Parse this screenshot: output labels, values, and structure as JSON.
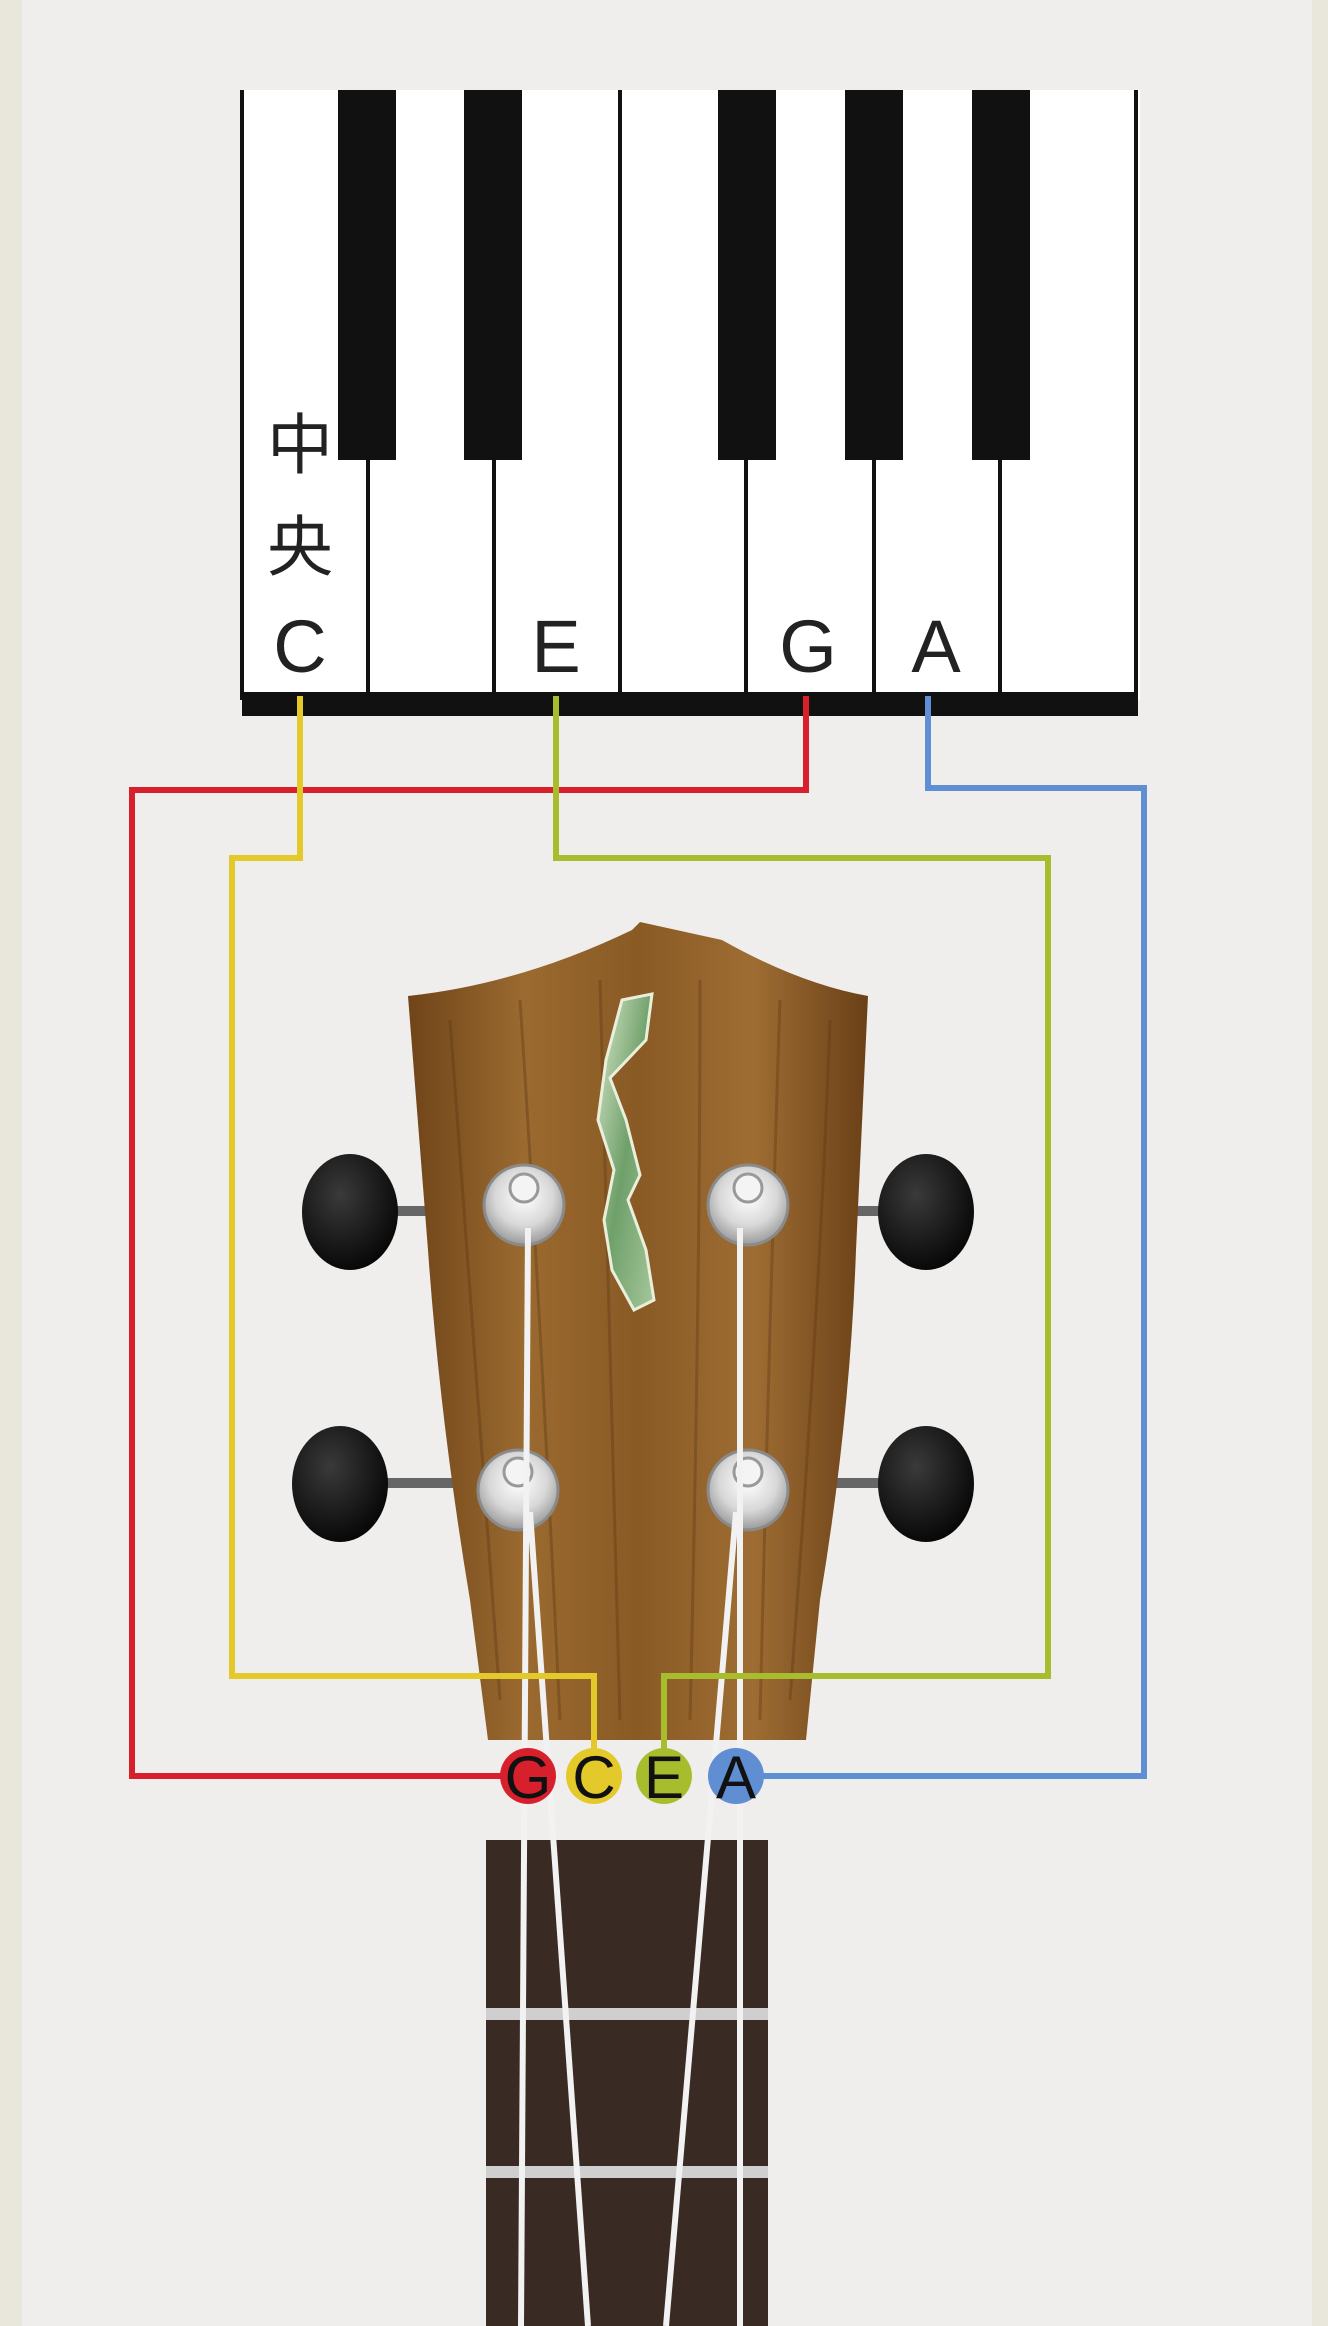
{
  "piano": {
    "middle_label": "中央",
    "notes": [
      {
        "key": "C",
        "label": "C",
        "color": "#e3c92a"
      },
      {
        "key": "E",
        "label": "E",
        "color": "#a7bd2d"
      },
      {
        "key": "G",
        "label": "G",
        "color": "#d8202c"
      },
      {
        "key": "A",
        "label": "A",
        "color": "#5f8ed2"
      }
    ]
  },
  "strings": [
    {
      "note": "G",
      "label": "G",
      "color": "#d8202c"
    },
    {
      "note": "C",
      "label": "C",
      "color": "#e3c92a"
    },
    {
      "note": "E",
      "label": "E",
      "color": "#a7bd2d"
    },
    {
      "note": "A",
      "label": "A",
      "color": "#5f8ed2"
    }
  ],
  "colors": {
    "page": "#efeeec",
    "headstock": "#8a5a25",
    "fretboard": "#3a2a24"
  }
}
